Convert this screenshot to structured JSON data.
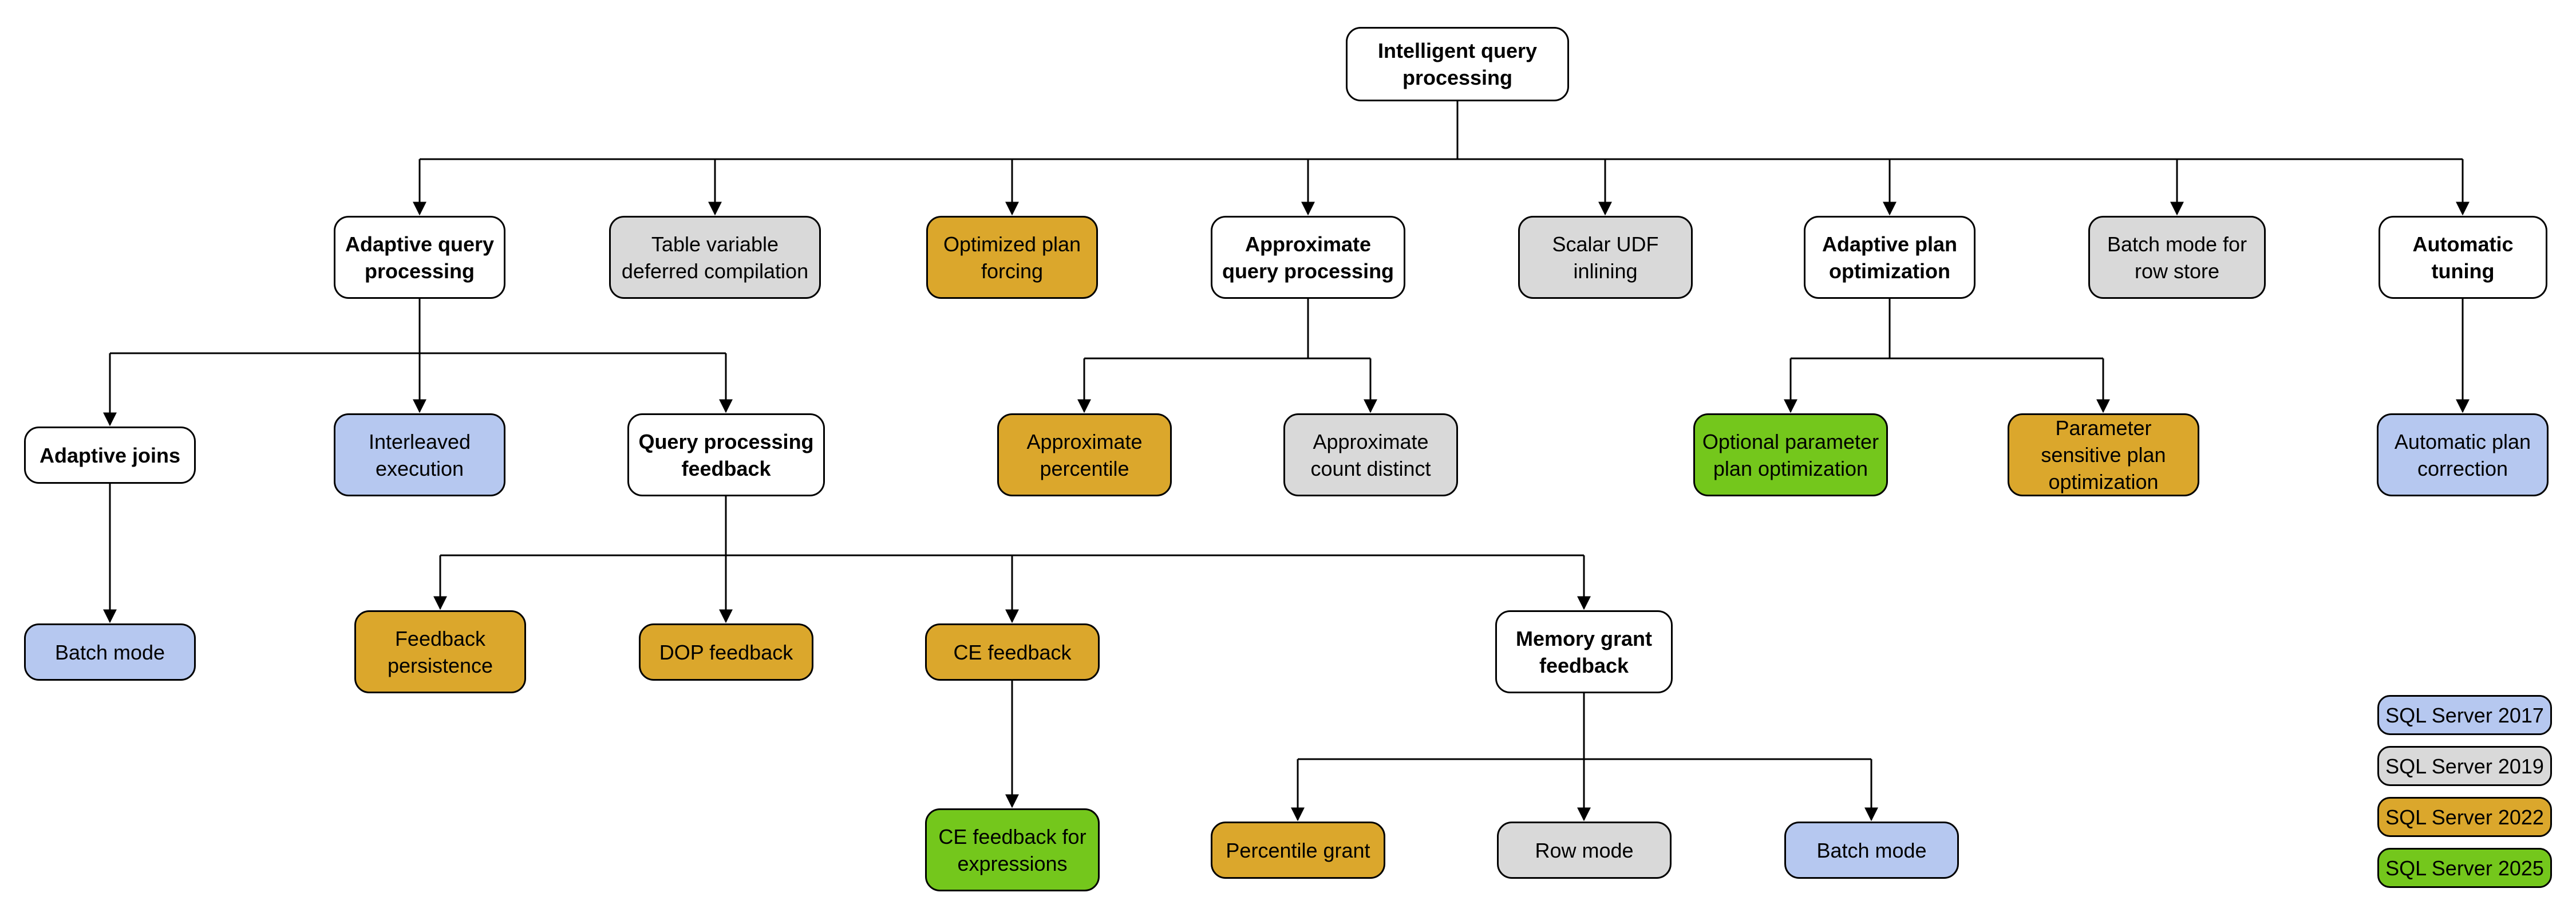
{
  "palette": {
    "v2017": "#b6c8f0",
    "v2019": "#d9d9d9",
    "v2022": "#dba72c",
    "v2025": "#74c71c",
    "white": "#ffffff",
    "line": "#000000"
  },
  "nodes": [
    {
      "label": "Intelligent query processing"
    },
    {
      "label": "Adaptive query processing"
    },
    {
      "label": "Table variable deferred compilation"
    },
    {
      "label": "Optimized plan forcing"
    },
    {
      "label": "Approximate query processing"
    },
    {
      "label": "Scalar UDF inlining"
    },
    {
      "label": "Adaptive plan optimization"
    },
    {
      "label": "Batch mode for row store"
    },
    {
      "label": "Automatic tuning"
    },
    {
      "label": "Adaptive joins"
    },
    {
      "label": "Interleaved execution"
    },
    {
      "label": "Query processing feedback"
    },
    {
      "label": "Approximate percentile"
    },
    {
      "label": "Approximate count distinct"
    },
    {
      "label": "Optional parameter plan optimization"
    },
    {
      "label": "Parameter sensitive plan optimization"
    },
    {
      "label": "Automatic plan correction"
    },
    {
      "label": "Batch mode"
    },
    {
      "label": "Feedback persistence"
    },
    {
      "label": "DOP feedback"
    },
    {
      "label": "CE feedback"
    },
    {
      "label": "Memory grant feedback"
    },
    {
      "label": "CE feedback for expressions"
    },
    {
      "label": "Percentile grant"
    },
    {
      "label": "Row mode"
    },
    {
      "label": "Batch mode"
    }
  ],
  "edges": [
    {
      "from": 0,
      "to": 1
    },
    {
      "from": 0,
      "to": 2
    },
    {
      "from": 0,
      "to": 3
    },
    {
      "from": 0,
      "to": 4
    },
    {
      "from": 0,
      "to": 5
    },
    {
      "from": 0,
      "to": 6
    },
    {
      "from": 0,
      "to": 7
    },
    {
      "from": 0,
      "to": 8
    },
    {
      "from": 1,
      "to": 9
    },
    {
      "from": 1,
      "to": 10
    },
    {
      "from": 1,
      "to": 11
    },
    {
      "from": 4,
      "to": 12
    },
    {
      "from": 4,
      "to": 13
    },
    {
      "from": 6,
      "to": 14
    },
    {
      "from": 6,
      "to": 15
    },
    {
      "from": 8,
      "to": 16
    },
    {
      "from": 9,
      "to": 17
    },
    {
      "from": 11,
      "to": 18
    },
    {
      "from": 11,
      "to": 19
    },
    {
      "from": 11,
      "to": 20
    },
    {
      "from": 11,
      "to": 21
    },
    {
      "from": 20,
      "to": 22
    },
    {
      "from": 21,
      "to": 23
    },
    {
      "from": 21,
      "to": 24
    },
    {
      "from": 21,
      "to": 25
    }
  ],
  "legend": [
    {
      "label": "SQL Server 2017",
      "color_key": "v2017"
    },
    {
      "label": "SQL Server 2019",
      "color_key": "v2019"
    },
    {
      "label": "SQL Server 2022",
      "color_key": "v2022"
    },
    {
      "label": "SQL Server 2025",
      "color_key": "v2025"
    }
  ]
}
